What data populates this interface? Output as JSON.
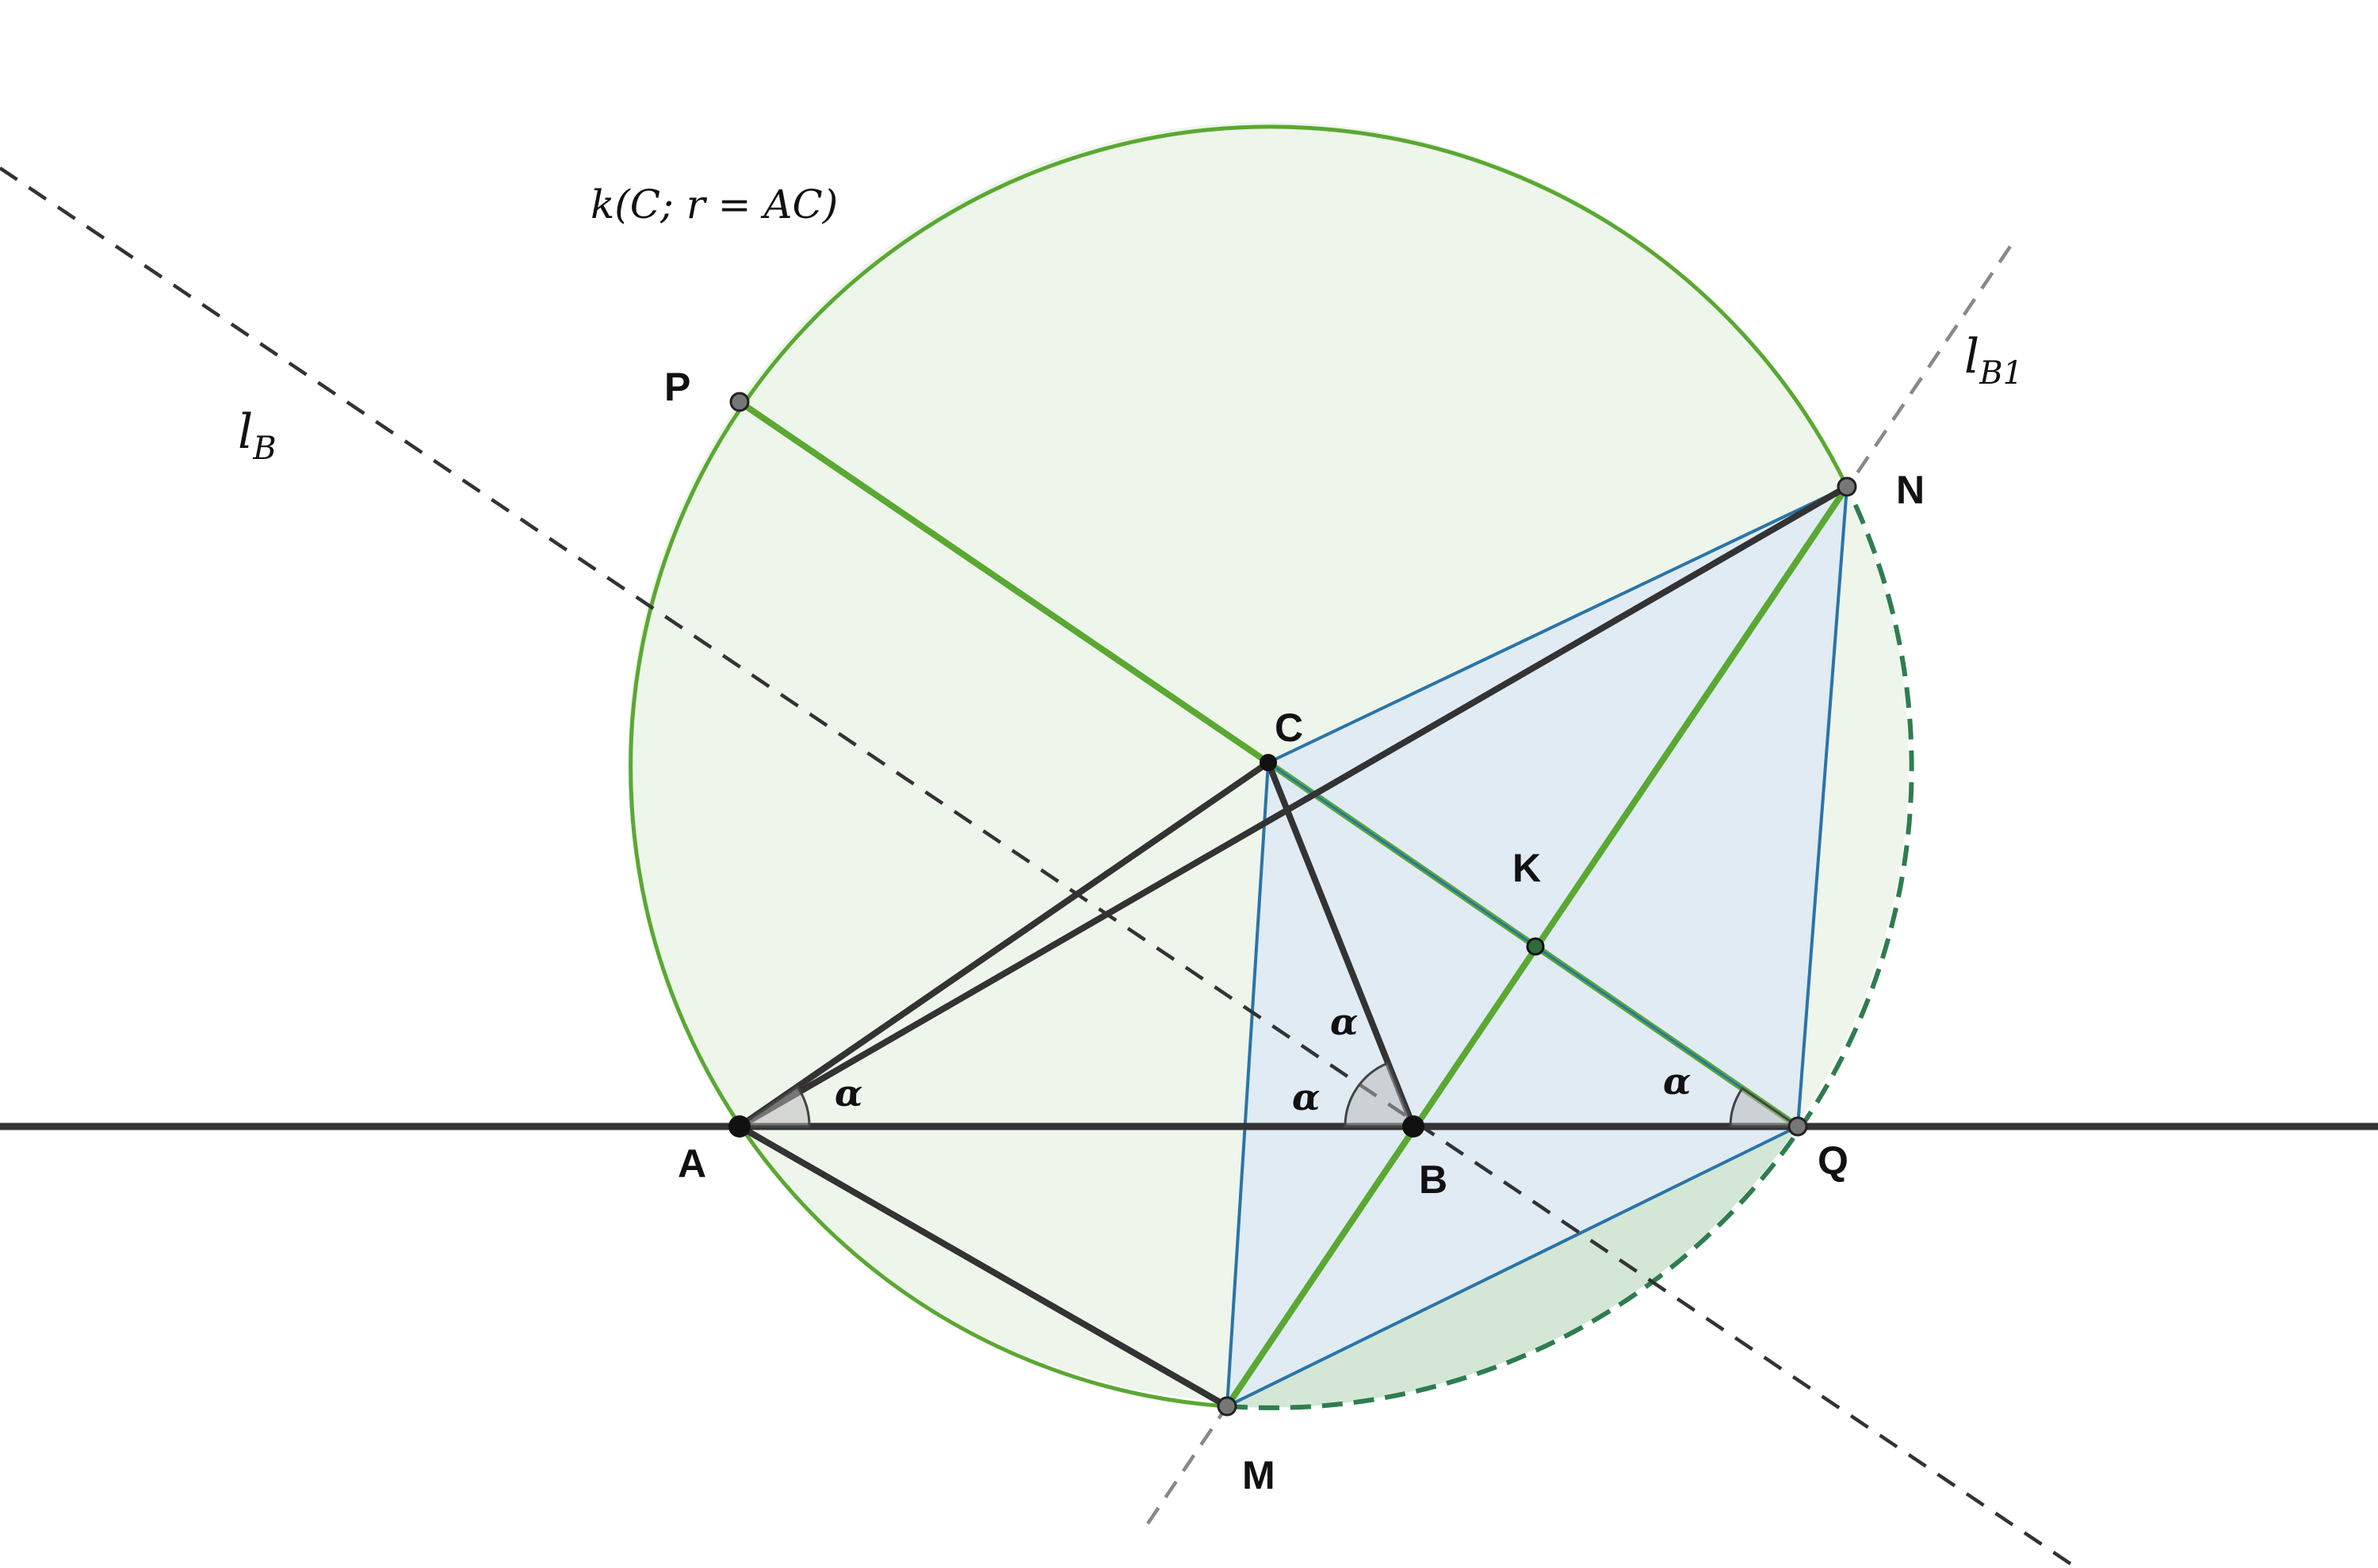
{
  "diagram": {
    "circle_label": "k(C; r = AC)",
    "line_labels": {
      "lB_main": "l",
      "lB_sub": "B",
      "lB1_main": "l",
      "lB1_sub": "B1"
    },
    "points": {
      "A": "A",
      "B": "B",
      "C": "C",
      "K": "K",
      "M": "M",
      "N": "N",
      "P": "P",
      "Q": "Q"
    },
    "angle_symbol": "α",
    "colors": {
      "circle_stroke": "#5aa832",
      "circle_fill": "#eef5ea",
      "arc_dashed": "#2e7d4f",
      "segment_fill": "#d6e8d8",
      "quad_fill": "#dce9f5",
      "quad_stroke": "#2a74a8",
      "black_line": "#333333",
      "dashed_gray": "#888888",
      "green_line": "#5aa832"
    }
  }
}
